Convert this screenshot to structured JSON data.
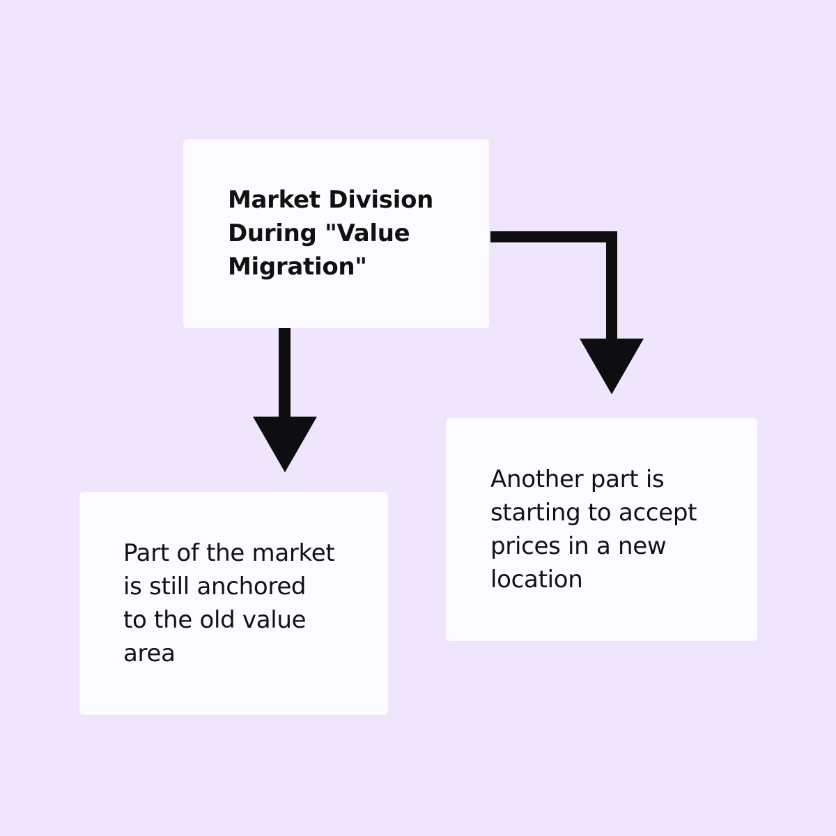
{
  "diagram": {
    "background": "#EFE6FD",
    "box_color": "#FCFBFF",
    "arrow_color": "#0E0E10",
    "nodes": {
      "top": {
        "lines": [
          "Market Division",
          "During \"Value",
          "Migration\""
        ]
      },
      "left": {
        "lines": [
          "Part of the market",
          "is still anchored",
          "to the old value",
          "area"
        ]
      },
      "right": {
        "lines": [
          "Another part is",
          "starting to accept",
          "prices in a new",
          "location"
        ]
      }
    }
  }
}
